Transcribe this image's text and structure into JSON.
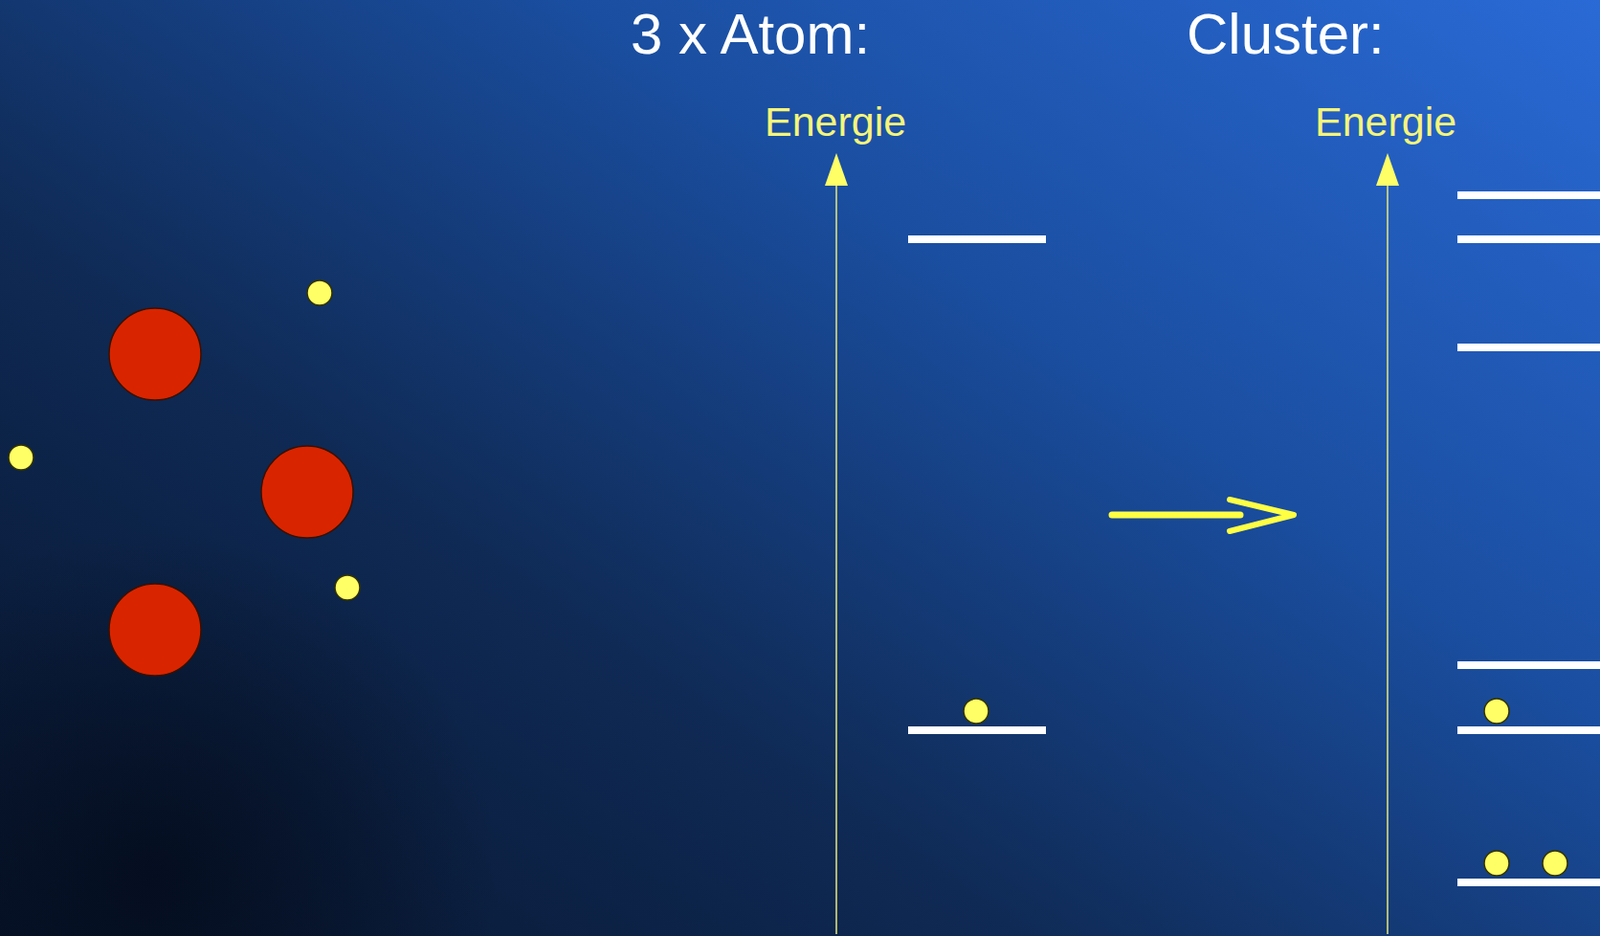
{
  "diagram": {
    "labels": [
      "3 x Atom:",
      "Energie",
      "Cluster:",
      "Energie"
    ]
  }
}
